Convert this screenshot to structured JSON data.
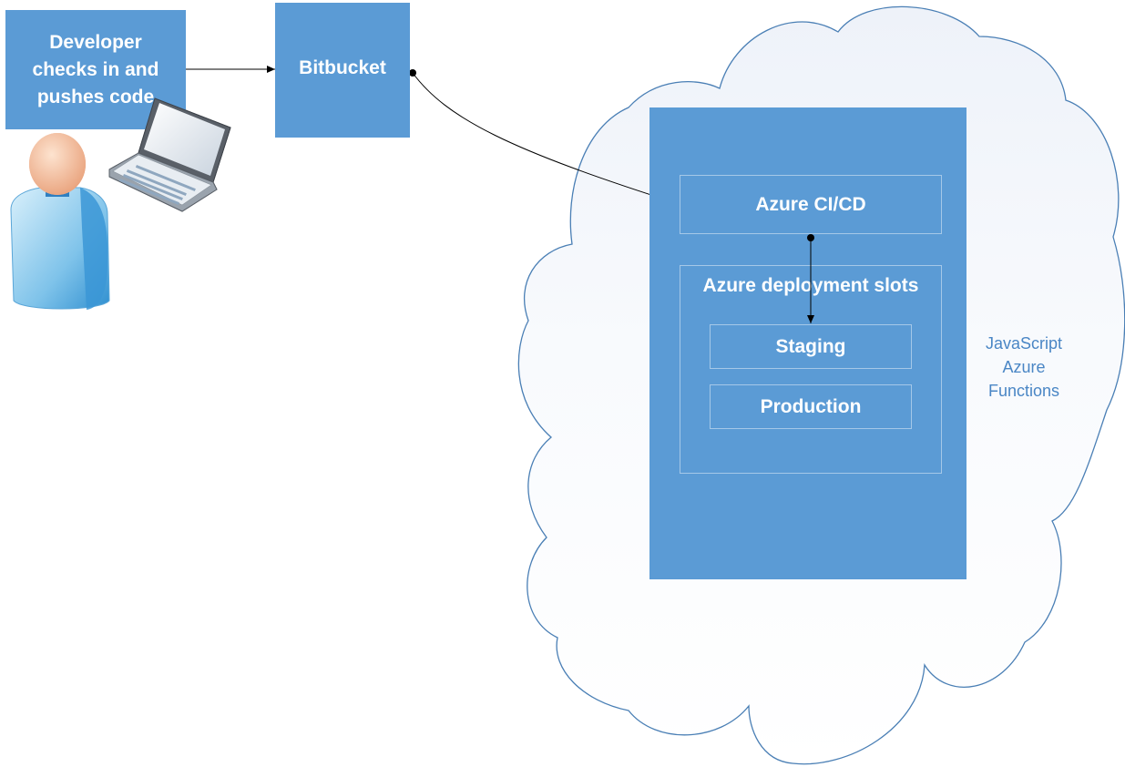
{
  "nodes": {
    "developer": "Developer checks in and pushes code",
    "developer_lines": [
      "Developer",
      "checks in and",
      "pushes code"
    ],
    "bitbucket": "Bitbucket",
    "azure_cicd": "Azure CI/CD",
    "deployment_slots": "Azure deployment slots",
    "staging": "Staging",
    "production": "Production"
  },
  "cloud_label_lines": [
    "JavaScript",
    "Azure",
    "Functions"
  ],
  "colors": {
    "box_fill": "#5b9bd5",
    "box_text": "#ffffff",
    "cloud_stroke": "#4a7fb5",
    "cloud_fill_top": "#f3f6fb",
    "cloud_label": "#4a86c5",
    "arrow": "#000000"
  },
  "icons": [
    "person-icon",
    "laptop-icon"
  ]
}
